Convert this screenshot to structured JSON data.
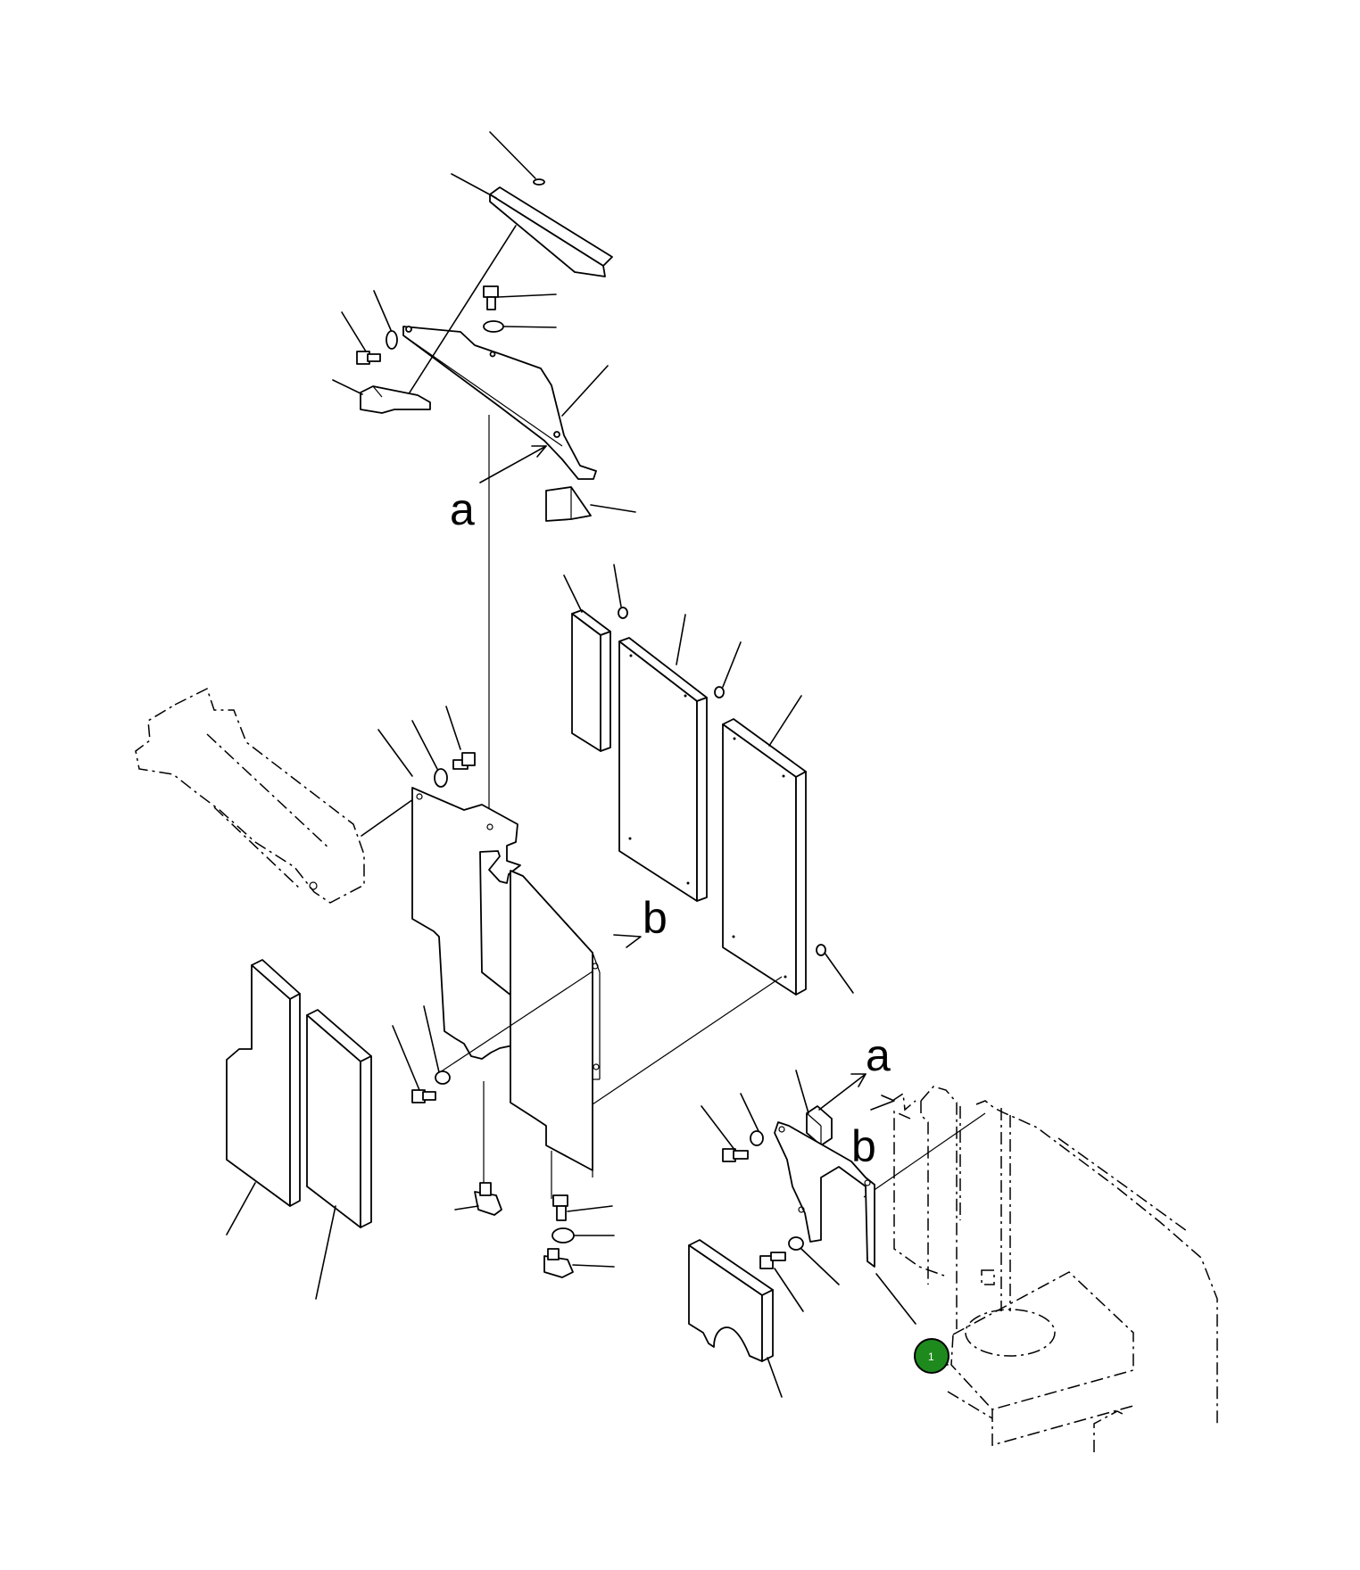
{
  "diagram": {
    "reference_letters": [
      "a",
      "b",
      "a",
      "b"
    ],
    "callout_marker": {
      "label": "1",
      "color": "#1e8a1e"
    }
  }
}
